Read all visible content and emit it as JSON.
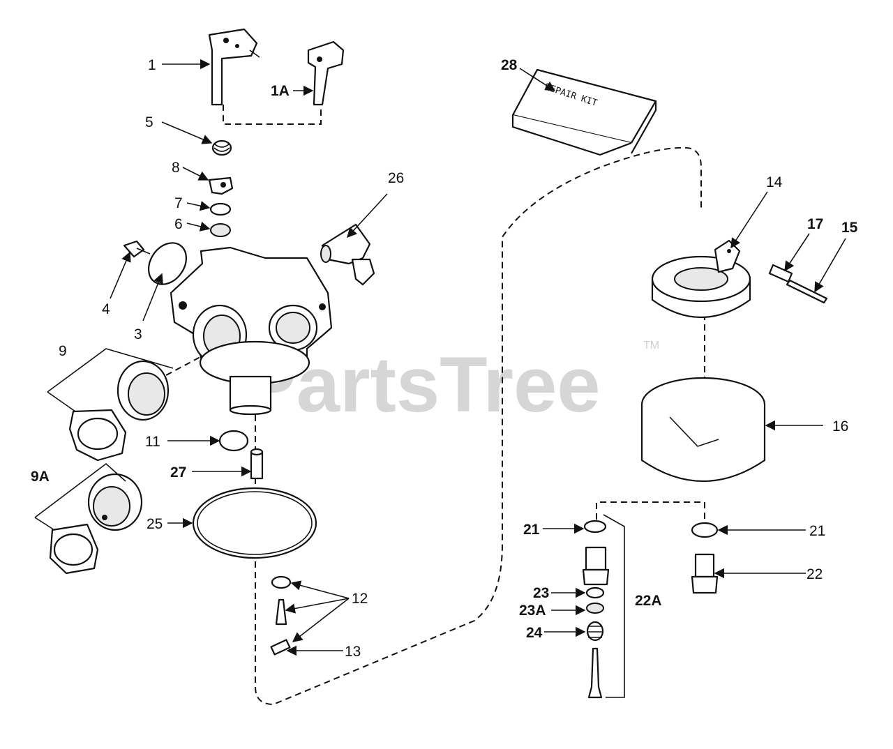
{
  "watermark": {
    "brand": "PartsTree",
    "trademark": "TM"
  },
  "repair_kit_label": "REPAIR KIT",
  "callouts": {
    "c1": "1",
    "c1A": "1A",
    "c5": "5",
    "c8": "8",
    "c7": "7",
    "c6": "6",
    "c4": "4",
    "c3": "3",
    "c26": "26",
    "c9": "9",
    "c9A": "9A",
    "c11": "11",
    "c27": "27",
    "c25": "25",
    "c12": "12",
    "c13": "13",
    "c28": "28",
    "c14": "14",
    "c17": "17",
    "c15": "15",
    "c16": "16",
    "c21a": "21",
    "c21b": "21",
    "c22": "22",
    "c22A": "22A",
    "c23": "23",
    "c23A": "23A",
    "c24": "24"
  }
}
